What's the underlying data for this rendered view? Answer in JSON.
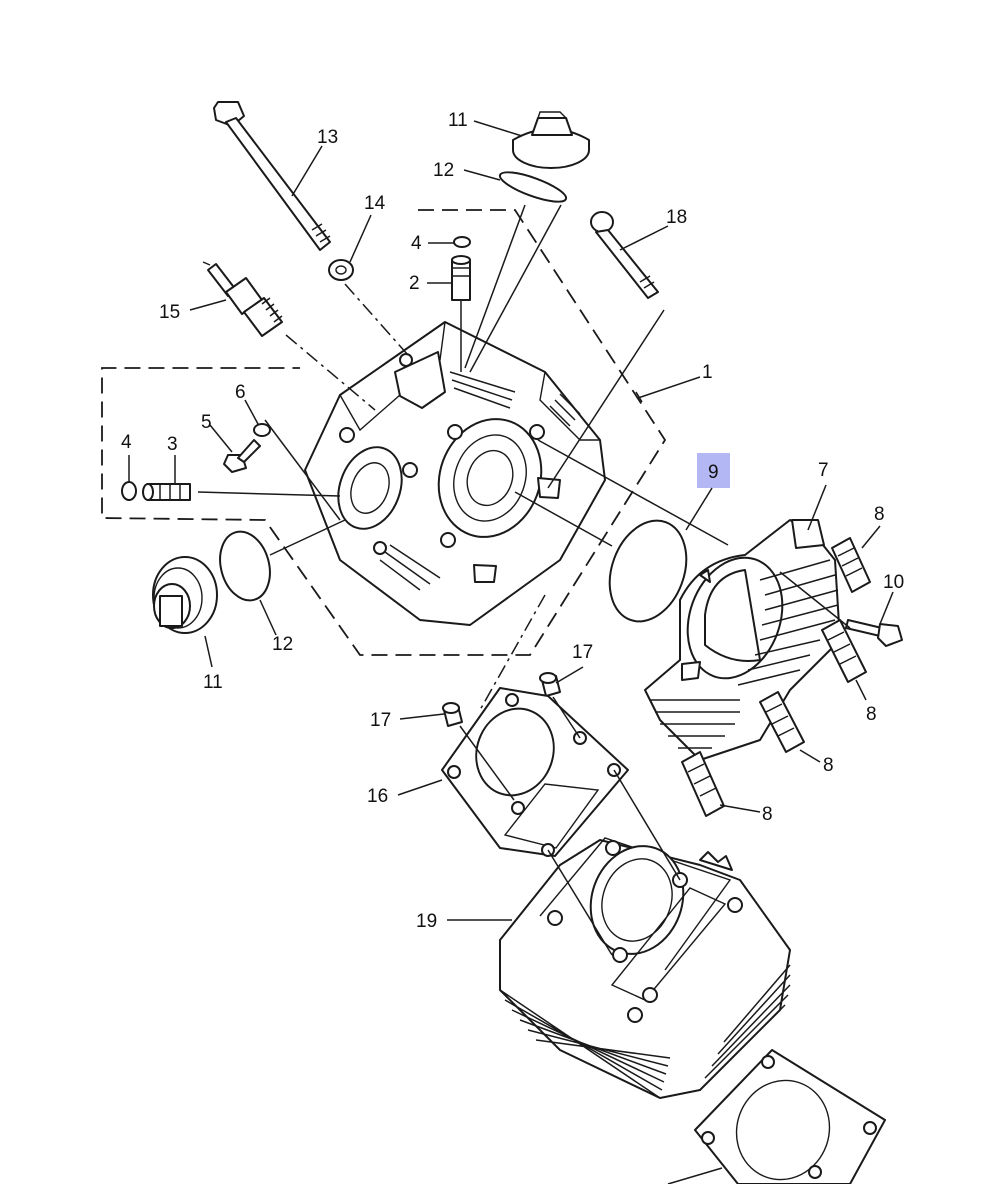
{
  "highlight_color": "#b3b7f3",
  "callouts": [
    {
      "id": "c1",
      "label": "1"
    },
    {
      "id": "c2",
      "label": "2"
    },
    {
      "id": "c3",
      "label": "3"
    },
    {
      "id": "c4a",
      "label": "4"
    },
    {
      "id": "c4b",
      "label": "4"
    },
    {
      "id": "c5",
      "label": "5"
    },
    {
      "id": "c6",
      "label": "6"
    },
    {
      "id": "c7",
      "label": "7"
    },
    {
      "id": "c8a",
      "label": "8"
    },
    {
      "id": "c8b",
      "label": "8"
    },
    {
      "id": "c8c",
      "label": "8"
    },
    {
      "id": "c8d",
      "label": "8"
    },
    {
      "id": "c9",
      "label": "9",
      "highlighted": true
    },
    {
      "id": "c10",
      "label": "10"
    },
    {
      "id": "c11a",
      "label": "11"
    },
    {
      "id": "c11b",
      "label": "11"
    },
    {
      "id": "c12a",
      "label": "12"
    },
    {
      "id": "c12b",
      "label": "12"
    },
    {
      "id": "c13",
      "label": "13"
    },
    {
      "id": "c14",
      "label": "14"
    },
    {
      "id": "c15",
      "label": "15"
    },
    {
      "id": "c16",
      "label": "16"
    },
    {
      "id": "c17a",
      "label": "17"
    },
    {
      "id": "c17b",
      "label": "17"
    },
    {
      "id": "c18",
      "label": "18"
    },
    {
      "id": "c19",
      "label": "19"
    }
  ]
}
